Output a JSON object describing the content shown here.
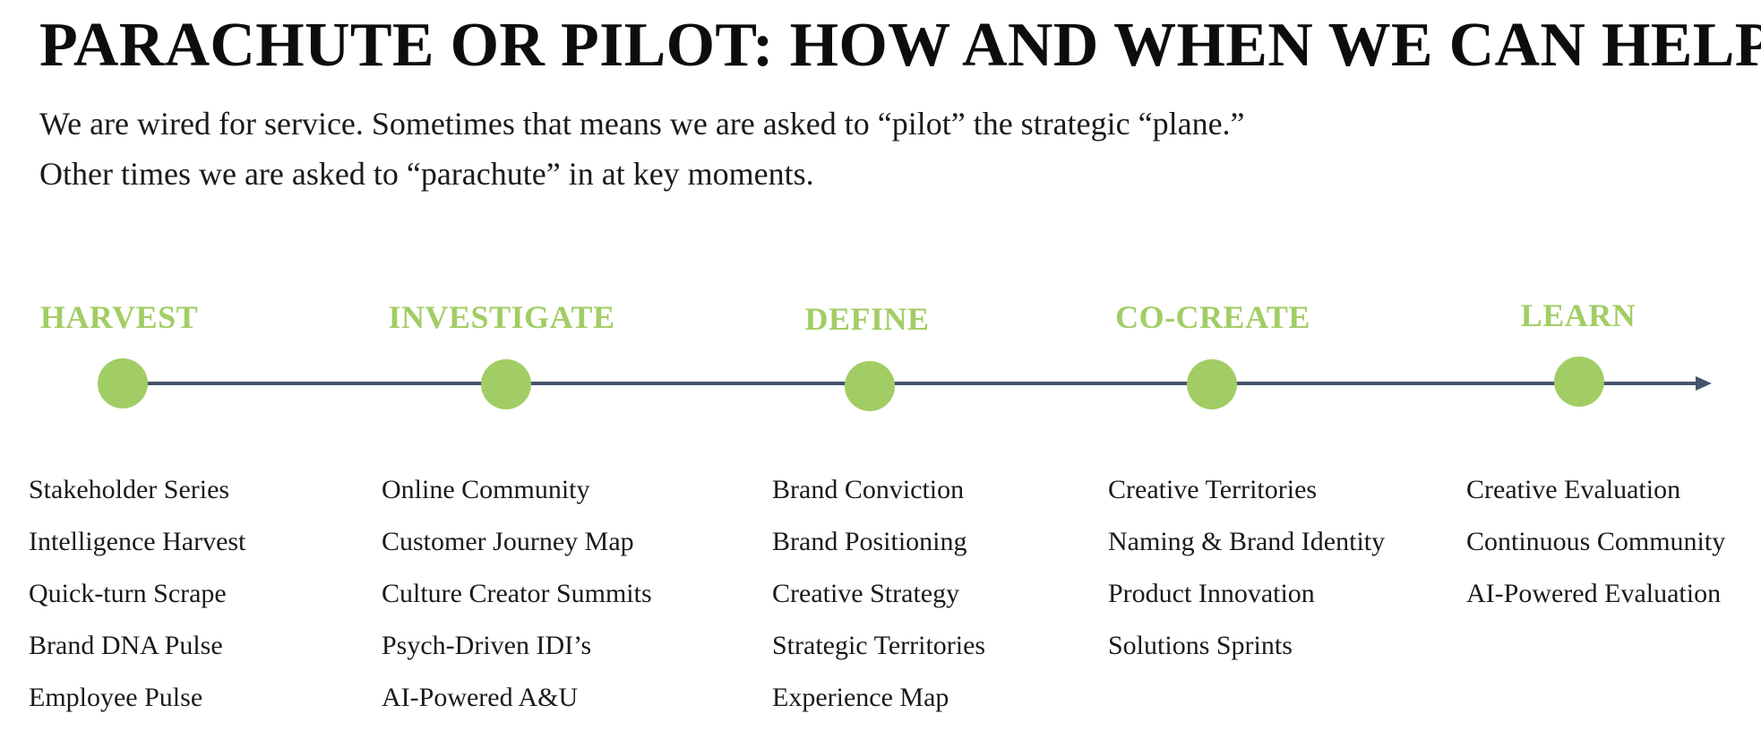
{
  "title": "PARACHUTE OR PILOT: HOW AND WHEN WE CAN HELP",
  "intro": {
    "line1": "We are wired for service. Sometimes that means we are asked to “pilot” the strategic “plane.”",
    "line2": "Other times we are asked to “parachute” in at key moments."
  },
  "colors": {
    "stage_accent": "#a2cd64",
    "timeline": "#44546a",
    "text": "#1a1a1a"
  },
  "stages": [
    {
      "name": "HARVEST",
      "items": [
        "Stakeholder Series",
        "Intelligence Harvest",
        "Quick-turn Scrape",
        "Brand DNA Pulse",
        "Employee Pulse"
      ]
    },
    {
      "name": "INVESTIGATE",
      "items": [
        "Online Community",
        "Customer Journey Map",
        "Culture Creator Summits",
        "Psych-Driven IDI’s",
        "AI-Powered A&U"
      ]
    },
    {
      "name": "DEFINE",
      "items": [
        "Brand Conviction",
        "Brand Positioning",
        "Creative Strategy",
        "Strategic Territories",
        "Experience Map"
      ]
    },
    {
      "name": "CO-CREATE",
      "items": [
        "Creative Territories",
        "Naming & Brand Identity",
        "Product Innovation",
        "Solutions Sprints"
      ]
    },
    {
      "name": "LEARN",
      "items": [
        "Creative Evaluation",
        "Continuous Community",
        "AI-Powered Evaluation"
      ]
    }
  ]
}
